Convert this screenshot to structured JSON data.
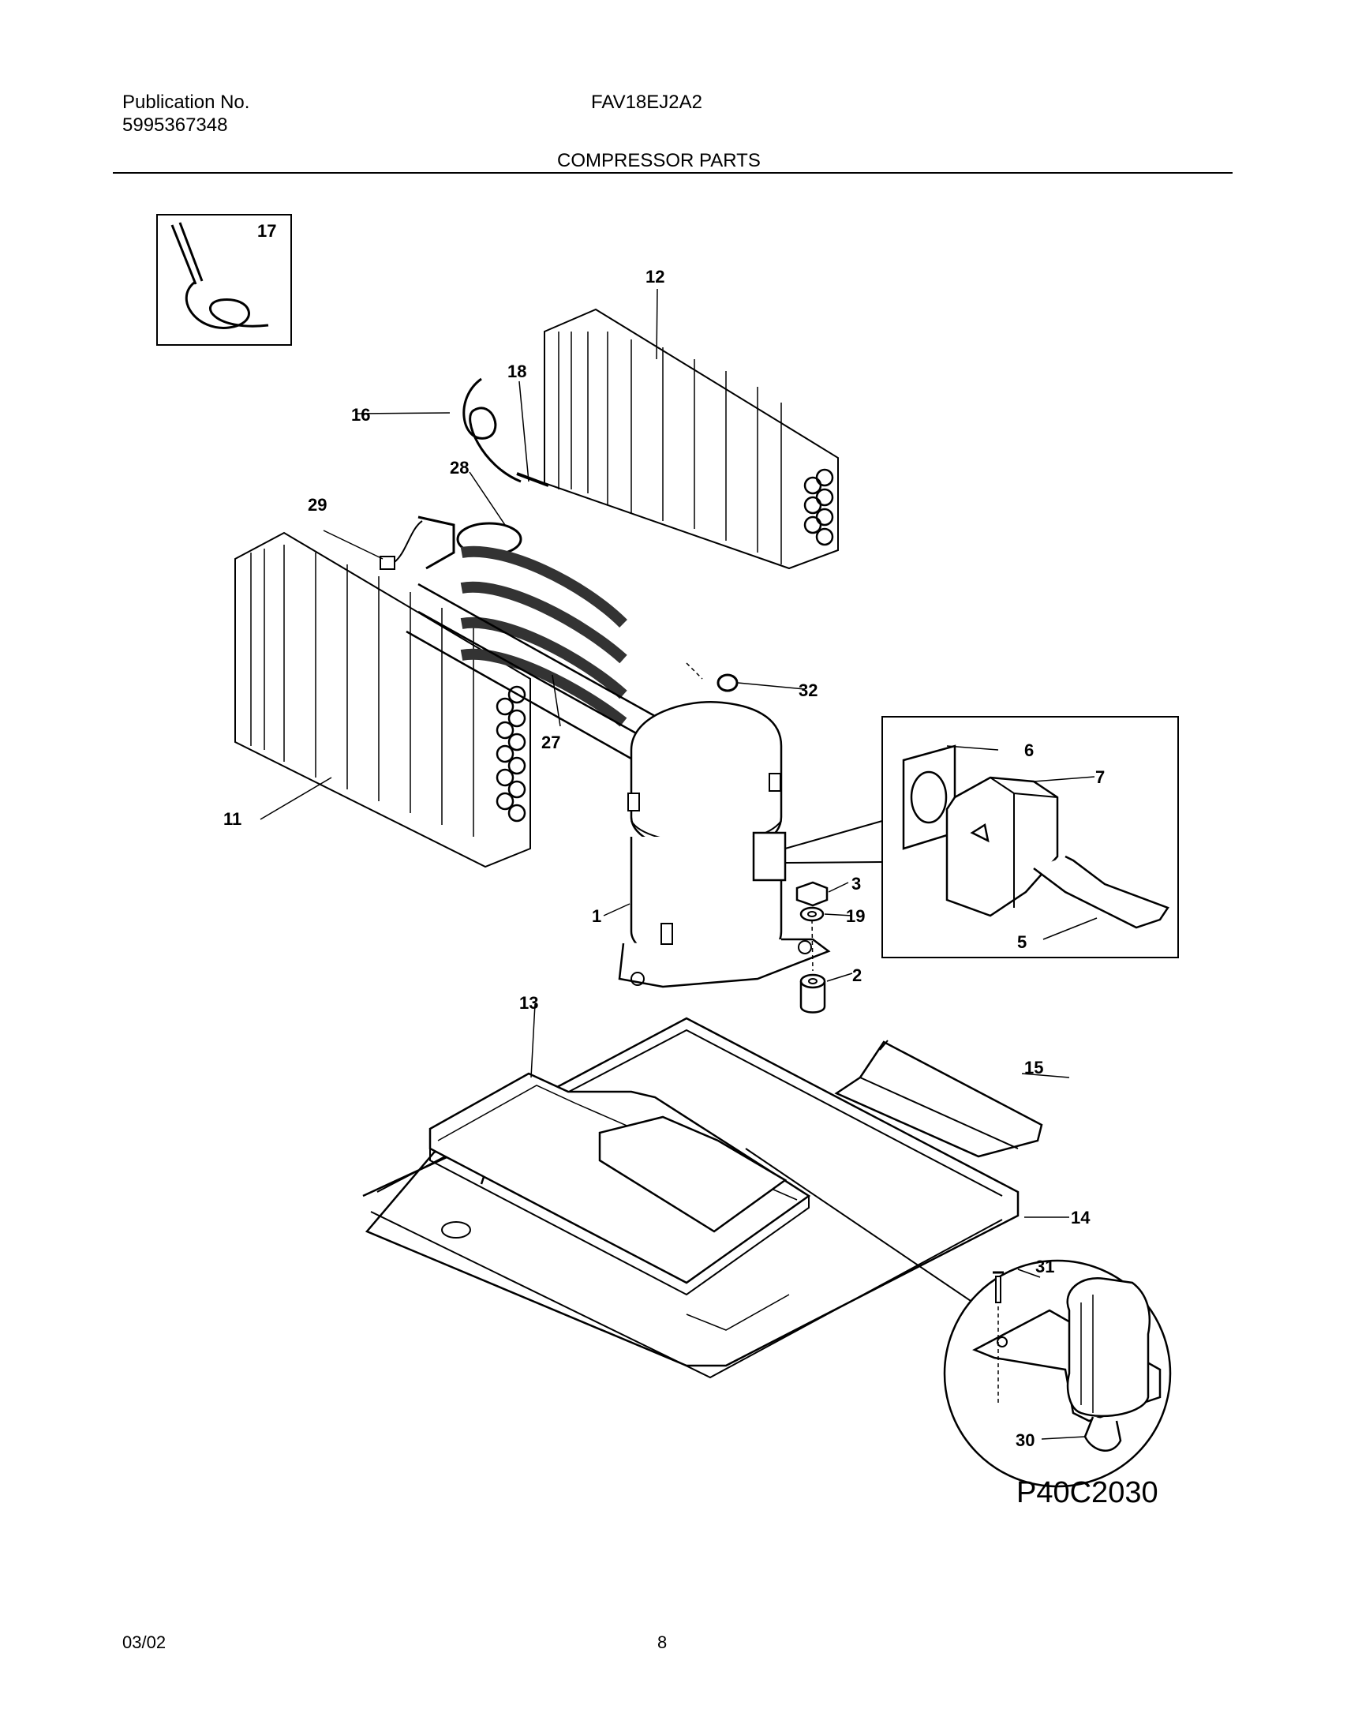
{
  "header": {
    "publication_label": "Publication No.",
    "publication_number": "5995367348",
    "model": "FAV18EJ2A2",
    "section_title": "COMPRESSOR PARTS"
  },
  "callouts": {
    "c1": "1",
    "c2": "2",
    "c3": "3",
    "c5": "5",
    "c6": "6",
    "c7": "7",
    "c11": "11",
    "c12": "12",
    "c13": "13",
    "c14": "14",
    "c15": "15",
    "c16": "16",
    "c17": "17",
    "c18": "18",
    "c19": "19",
    "c27": "27",
    "c28": "28",
    "c29": "29",
    "c30": "30",
    "c31": "31",
    "c32": "32"
  },
  "diagram_code": "P40C2030",
  "footer": {
    "date": "03/02",
    "page": "8"
  }
}
